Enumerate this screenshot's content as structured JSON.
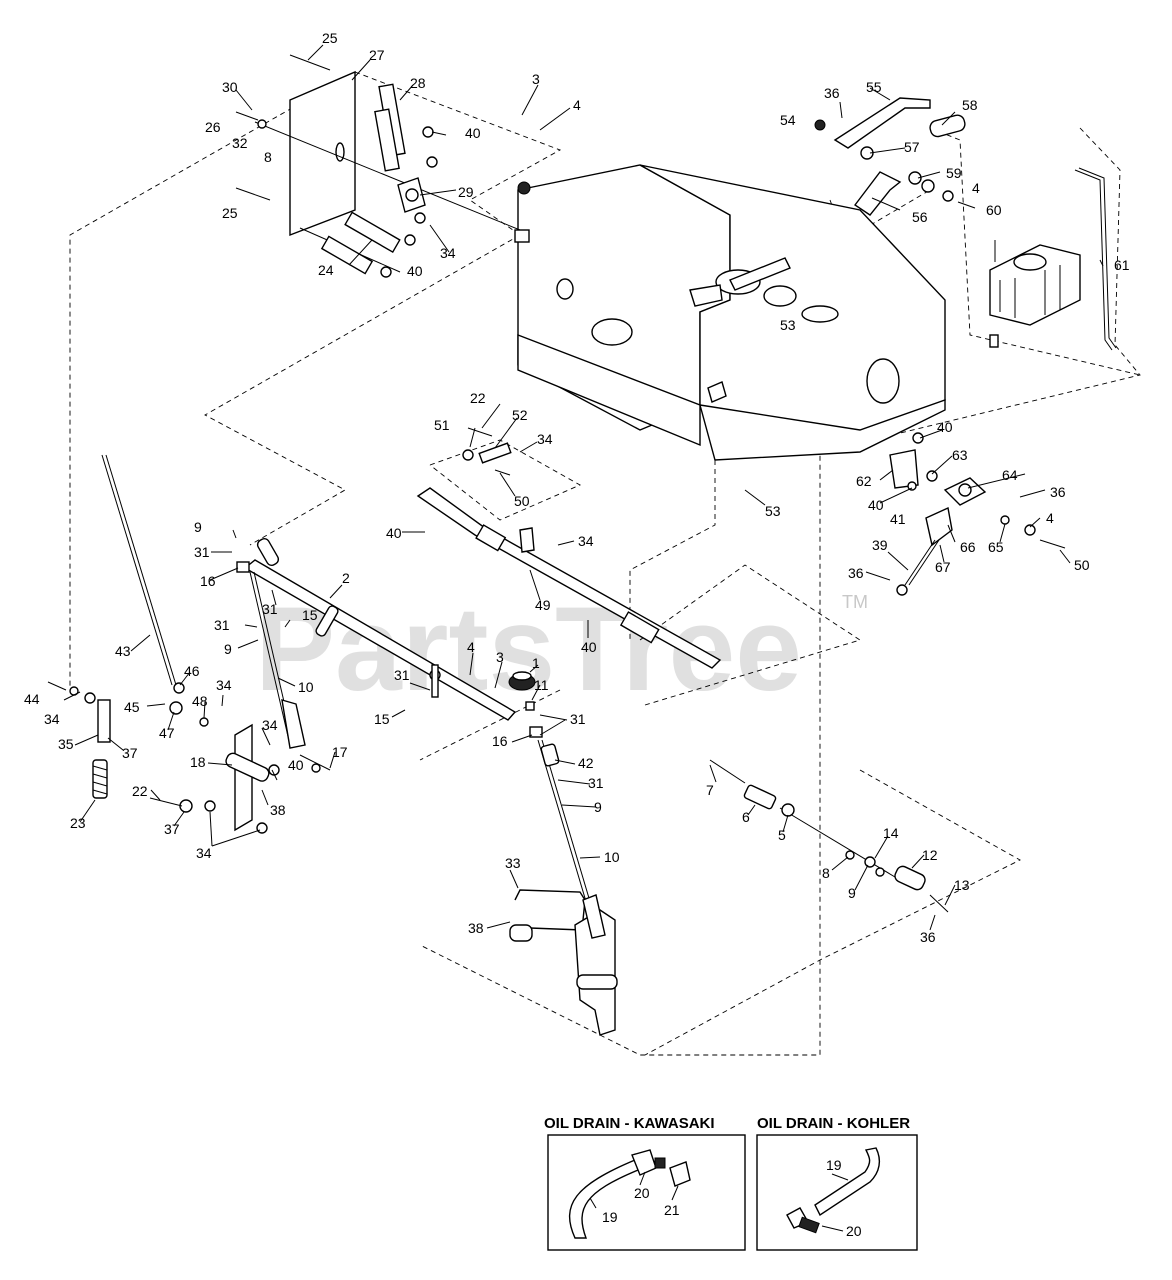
{
  "watermark": {
    "text": "PartsTree",
    "tm": "TM"
  },
  "callouts": [
    {
      "id": "c25a",
      "text": "25"
    },
    {
      "id": "c27",
      "text": "27"
    },
    {
      "id": "c30",
      "text": "30"
    },
    {
      "id": "c28",
      "text": "28"
    },
    {
      "id": "c26",
      "text": "26"
    },
    {
      "id": "c32",
      "text": "32"
    },
    {
      "id": "c8a",
      "text": "8"
    },
    {
      "id": "c40a",
      "text": "40"
    },
    {
      "id": "c29",
      "text": "29"
    },
    {
      "id": "c25b",
      "text": "25"
    },
    {
      "id": "c34a",
      "text": "34"
    },
    {
      "id": "c24",
      "text": "24"
    },
    {
      "id": "c40b",
      "text": "40"
    },
    {
      "id": "c3a",
      "text": "3"
    },
    {
      "id": "c4a",
      "text": "4"
    },
    {
      "id": "c36a",
      "text": "36"
    },
    {
      "id": "c55",
      "text": "55"
    },
    {
      "id": "c58",
      "text": "58"
    },
    {
      "id": "c54",
      "text": "54"
    },
    {
      "id": "c57",
      "text": "57"
    },
    {
      "id": "c59",
      "text": "59"
    },
    {
      "id": "c4b",
      "text": "4"
    },
    {
      "id": "c56",
      "text": "56"
    },
    {
      "id": "c60",
      "text": "60"
    },
    {
      "id": "c61",
      "text": "61"
    },
    {
      "id": "c53a",
      "text": "53"
    },
    {
      "id": "c22a",
      "text": "22"
    },
    {
      "id": "c52",
      "text": "52"
    },
    {
      "id": "c51",
      "text": "51"
    },
    {
      "id": "c34b",
      "text": "34"
    },
    {
      "id": "c50a",
      "text": "50"
    },
    {
      "id": "c40c",
      "text": "40"
    },
    {
      "id": "c63",
      "text": "63"
    },
    {
      "id": "c64",
      "text": "64"
    },
    {
      "id": "c62",
      "text": "62"
    },
    {
      "id": "c36b",
      "text": "36"
    },
    {
      "id": "c40d",
      "text": "40"
    },
    {
      "id": "c53b",
      "text": "53"
    },
    {
      "id": "c41",
      "text": "41"
    },
    {
      "id": "c4c",
      "text": "4"
    },
    {
      "id": "c66",
      "text": "66"
    },
    {
      "id": "c65",
      "text": "65"
    },
    {
      "id": "c67",
      "text": "67"
    },
    {
      "id": "c50b",
      "text": "50"
    },
    {
      "id": "c39",
      "text": "39"
    },
    {
      "id": "c36c",
      "text": "36"
    },
    {
      "id": "c9a",
      "text": "9"
    },
    {
      "id": "c31a",
      "text": "31"
    },
    {
      "id": "c16a",
      "text": "16"
    },
    {
      "id": "c2",
      "text": "2"
    },
    {
      "id": "c40e",
      "text": "40"
    },
    {
      "id": "c34c",
      "text": "34"
    },
    {
      "id": "c49",
      "text": "49"
    },
    {
      "id": "c31b",
      "text": "31"
    },
    {
      "id": "c15a",
      "text": "15"
    },
    {
      "id": "c31c",
      "text": "31"
    },
    {
      "id": "c9b",
      "text": "9"
    },
    {
      "id": "c40f",
      "text": "40"
    },
    {
      "id": "c43",
      "text": "43"
    },
    {
      "id": "c10a",
      "text": "10"
    },
    {
      "id": "c4d",
      "text": "4"
    },
    {
      "id": "c3b",
      "text": "3"
    },
    {
      "id": "c1",
      "text": "1"
    },
    {
      "id": "c46",
      "text": "46"
    },
    {
      "id": "c44",
      "text": "44"
    },
    {
      "id": "c34d",
      "text": "34"
    },
    {
      "id": "c31d",
      "text": "31"
    },
    {
      "id": "c11",
      "text": "11"
    },
    {
      "id": "c45",
      "text": "45"
    },
    {
      "id": "c48",
      "text": "48"
    },
    {
      "id": "c15b",
      "text": "15"
    },
    {
      "id": "c31e",
      "text": "31"
    },
    {
      "id": "c34e",
      "text": "34"
    },
    {
      "id": "c35",
      "text": "35"
    },
    {
      "id": "c37a",
      "text": "37"
    },
    {
      "id": "c47",
      "text": "47"
    },
    {
      "id": "c34f",
      "text": "34"
    },
    {
      "id": "c17",
      "text": "17"
    },
    {
      "id": "c16b",
      "text": "16"
    },
    {
      "id": "c42",
      "text": "42"
    },
    {
      "id": "c18",
      "text": "18"
    },
    {
      "id": "c40g",
      "text": "40"
    },
    {
      "id": "c31f",
      "text": "31"
    },
    {
      "id": "c7",
      "text": "7"
    },
    {
      "id": "c22b",
      "text": "22"
    },
    {
      "id": "c38a",
      "text": "38"
    },
    {
      "id": "c9c",
      "text": "9"
    },
    {
      "id": "c6",
      "text": "6"
    },
    {
      "id": "c5",
      "text": "5"
    },
    {
      "id": "c23",
      "text": "23"
    },
    {
      "id": "c37b",
      "text": "37"
    },
    {
      "id": "c34g",
      "text": "34"
    },
    {
      "id": "c14",
      "text": "14"
    },
    {
      "id": "c12",
      "text": "12"
    },
    {
      "id": "c10b",
      "text": "10"
    },
    {
      "id": "c8b",
      "text": "8"
    },
    {
      "id": "c9d",
      "text": "9"
    },
    {
      "id": "c13",
      "text": "13"
    },
    {
      "id": "c33",
      "text": "33"
    },
    {
      "id": "c38b",
      "text": "38"
    },
    {
      "id": "c36d",
      "text": "36"
    }
  ],
  "insets": {
    "kawasaki": {
      "title": "OIL DRAIN - KAWASAKI",
      "labels": [
        "20",
        "21",
        "19"
      ]
    },
    "kohler": {
      "title": "OIL DRAIN - KOHLER",
      "labels": [
        "19",
        "20"
      ]
    }
  }
}
